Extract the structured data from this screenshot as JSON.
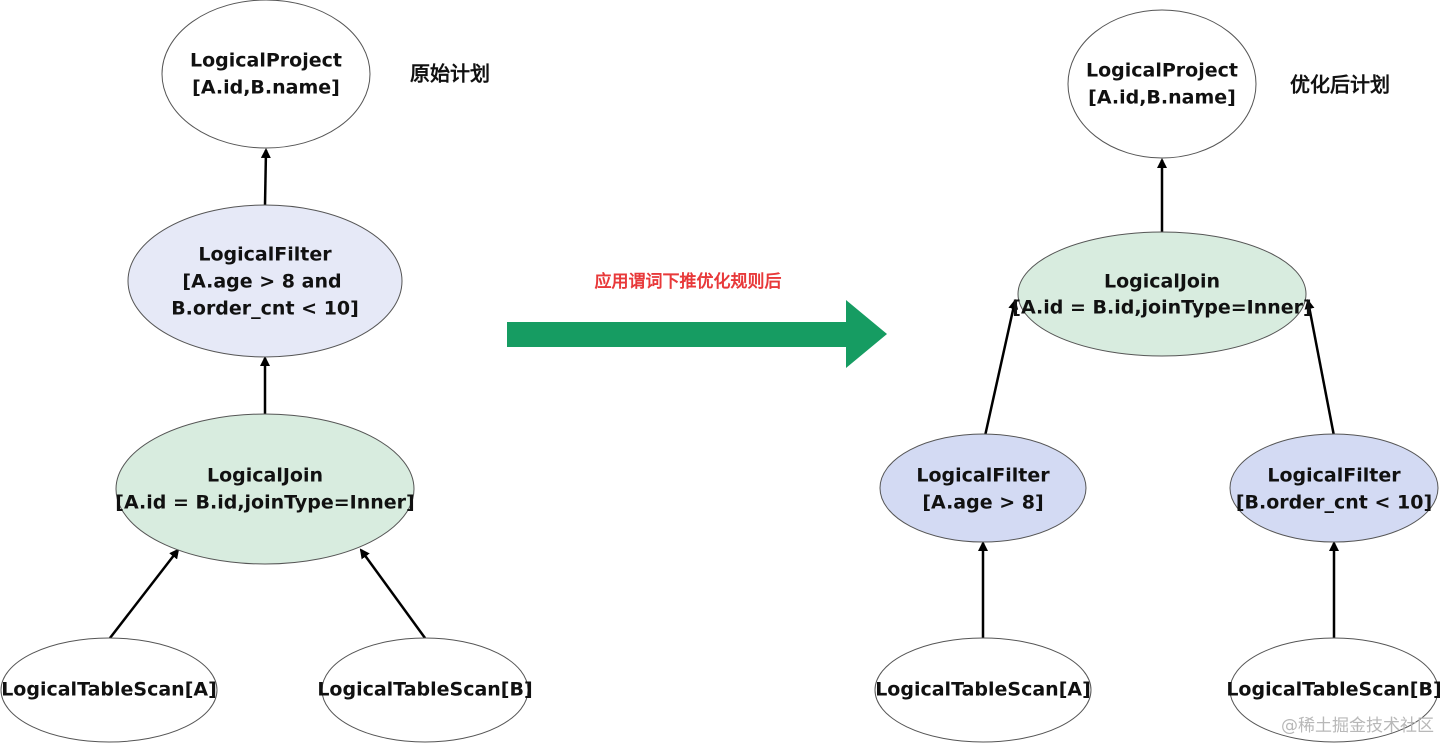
{
  "left_plan": {
    "title": "原始计划",
    "project": {
      "lines": [
        "LogicalProject",
        "[A.id,B.name]"
      ],
      "fill": "#ffffff"
    },
    "filter": {
      "lines": [
        "LogicalFilter",
        "[A.age > 8 and",
        "B.order_cnt < 10]"
      ],
      "fill": "#e6e9f7"
    },
    "join": {
      "lines": [
        "LogicalJoin",
        "[A.id = B.id,joinType=Inner]"
      ],
      "fill": "#d8ecdf"
    },
    "scan_a": {
      "lines": [
        "LogicalTableScan[A]"
      ],
      "fill": "#ffffff"
    },
    "scan_b": {
      "lines": [
        "LogicalTableScan[B]"
      ],
      "fill": "#ffffff"
    }
  },
  "transform": {
    "label": "应用谓词下推优化规则后",
    "arrow_color": "#169c62"
  },
  "right_plan": {
    "title": "优化后计划",
    "project": {
      "lines": [
        "LogicalProject",
        "[A.id,B.name]"
      ],
      "fill": "#ffffff"
    },
    "join": {
      "lines": [
        "LogicalJoin",
        "[A.id = B.id,joinType=Inner]"
      ],
      "fill": "#d8ecdf"
    },
    "filter_a": {
      "lines": [
        "LogicalFilter",
        "[A.age > 8]"
      ],
      "fill": "#d3daf3"
    },
    "filter_b": {
      "lines": [
        "LogicalFilter",
        "[B.order_cnt < 10]"
      ],
      "fill": "#d3daf3"
    },
    "scan_a": {
      "lines": [
        "LogicalTableScan[A]"
      ],
      "fill": "#ffffff"
    },
    "scan_b": {
      "lines": [
        "LogicalTableScan[B]"
      ],
      "fill": "#ffffff"
    }
  },
  "watermark": "@稀土掘金技术社区"
}
